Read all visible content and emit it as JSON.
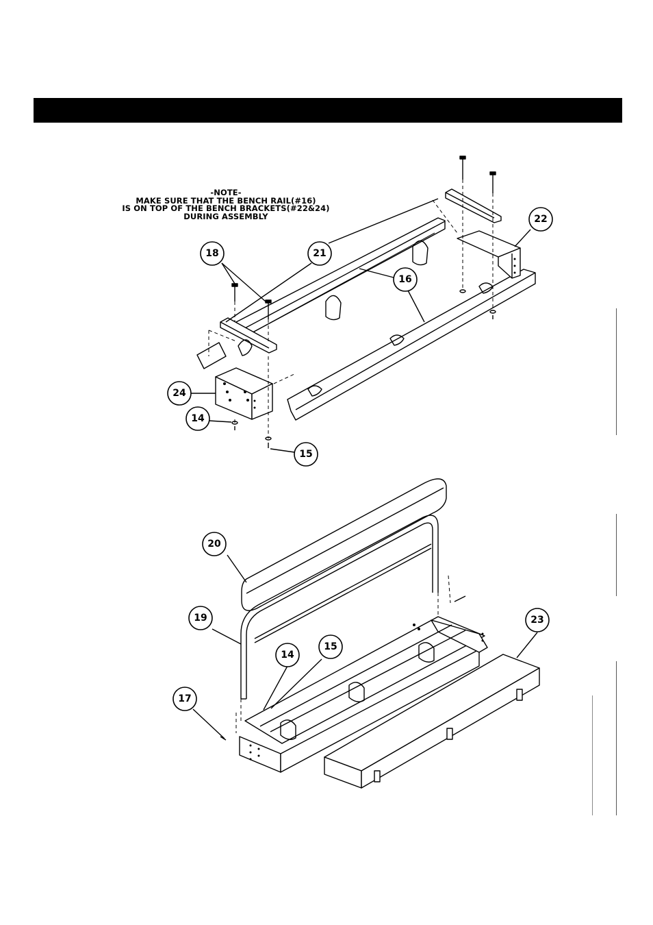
{
  "note": {
    "heading": "-NOTE-",
    "line1": "MAKE SURE THAT THE BENCH RAIL(#16)",
    "line2": "IS ON TOP OF THE BENCH BRACKETS(#22&24)",
    "line3": "DURING ASSEMBLY"
  },
  "callouts": {
    "c14a": "14",
    "c15a": "15",
    "c16": "16",
    "c18": "18",
    "c21": "21",
    "c22": "22",
    "c24": "24",
    "c20": "20",
    "c19": "19",
    "c17": "17",
    "c14b": "14",
    "c15b": "15",
    "c23": "23"
  }
}
